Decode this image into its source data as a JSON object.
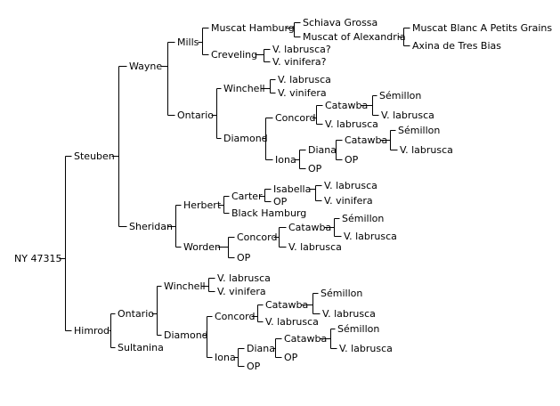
{
  "pedigree": {
    "nodes": [
      {
        "id": "root",
        "label": "NY 47315"
      },
      {
        "id": "steuben",
        "label": "Steuben"
      },
      {
        "id": "wayne",
        "label": "Wayne"
      },
      {
        "id": "mills",
        "label": "Mills"
      },
      {
        "id": "muscat-hamburg",
        "label": "Muscat Hamburg"
      },
      {
        "id": "schiava-grossa",
        "label": "Schiava Grossa"
      },
      {
        "id": "muscat-alexandria",
        "label": "Muscat of Alexandria"
      },
      {
        "id": "muscat-blanc",
        "label": "Muscat Blanc A Petits Grains"
      },
      {
        "id": "axina",
        "label": "Axina de Tres Bias"
      },
      {
        "id": "creveling",
        "label": "Creveling"
      },
      {
        "id": "creveling-p1",
        "label": "V. labrusca?"
      },
      {
        "id": "creveling-p2",
        "label": "V. vinifera?"
      },
      {
        "id": "ontario-1",
        "label": "Ontario"
      },
      {
        "id": "winchell-1",
        "label": "Winchell"
      },
      {
        "id": "winchell-1-p1",
        "label": "V. labrusca"
      },
      {
        "id": "winchell-1-p2",
        "label": "V. vinifera"
      },
      {
        "id": "diamond-1",
        "label": "Diamond"
      },
      {
        "id": "concord-1",
        "label": "Concord"
      },
      {
        "id": "catawba-1",
        "label": "Catawba"
      },
      {
        "id": "semillon-1",
        "label": "Sémillon"
      },
      {
        "id": "labrusca-1a",
        "label": "V. labrusca"
      },
      {
        "id": "labrusca-1b",
        "label": "V. labrusca"
      },
      {
        "id": "iona-1",
        "label": "Iona"
      },
      {
        "id": "diana-1",
        "label": "Diana"
      },
      {
        "id": "catawba-2",
        "label": "Catawba"
      },
      {
        "id": "semillon-2",
        "label": "Sémillon"
      },
      {
        "id": "labrusca-2a",
        "label": "V. labrusca"
      },
      {
        "id": "op-1",
        "label": "OP"
      },
      {
        "id": "op-2",
        "label": "OP"
      },
      {
        "id": "sheridan",
        "label": "Sheridan"
      },
      {
        "id": "herbert",
        "label": "Herbert"
      },
      {
        "id": "carter",
        "label": "Carter"
      },
      {
        "id": "isabella",
        "label": "Isabella"
      },
      {
        "id": "isabella-p1",
        "label": "V. labrusca"
      },
      {
        "id": "isabella-p2",
        "label": "V. vinifera"
      },
      {
        "id": "op-3",
        "label": "OP"
      },
      {
        "id": "black-hamburg",
        "label": "Black Hamburg"
      },
      {
        "id": "worden",
        "label": "Worden"
      },
      {
        "id": "concord-2",
        "label": "Concord"
      },
      {
        "id": "catawba-3",
        "label": "Catawba"
      },
      {
        "id": "semillon-3",
        "label": "Sémillon"
      },
      {
        "id": "labrusca-3a",
        "label": "V. labrusca"
      },
      {
        "id": "labrusca-3b",
        "label": "V. labrusca"
      },
      {
        "id": "op-4",
        "label": "OP"
      },
      {
        "id": "himrod",
        "label": "Himrod"
      },
      {
        "id": "ontario-2",
        "label": "Ontario"
      },
      {
        "id": "winchell-2",
        "label": "Winchell"
      },
      {
        "id": "winchell-2-p1",
        "label": "V. labrusca"
      },
      {
        "id": "winchell-2-p2",
        "label": "V. vinifera"
      },
      {
        "id": "diamond-2",
        "label": "Diamond"
      },
      {
        "id": "concord-3",
        "label": "Concord"
      },
      {
        "id": "catawba-4",
        "label": "Catawba"
      },
      {
        "id": "semillon-4",
        "label": "Sémillon"
      },
      {
        "id": "labrusca-4a",
        "label": "V. labrusca"
      },
      {
        "id": "labrusca-4b",
        "label": "V. labrusca"
      },
      {
        "id": "iona-2",
        "label": "Iona"
      },
      {
        "id": "diana-2",
        "label": "Diana"
      },
      {
        "id": "catawba-5",
        "label": "Catawba"
      },
      {
        "id": "semillon-5",
        "label": "Sémillon"
      },
      {
        "id": "labrusca-5a",
        "label": "V. labrusca"
      },
      {
        "id": "op-5",
        "label": "OP"
      },
      {
        "id": "op-6",
        "label": "OP"
      },
      {
        "id": "sultanina",
        "label": "Sultanina"
      }
    ]
  }
}
